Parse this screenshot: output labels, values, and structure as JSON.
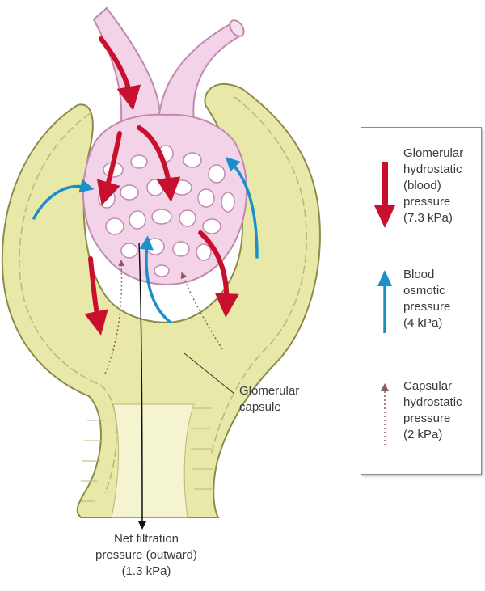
{
  "labels": {
    "capsule": [
      "Glomerular",
      "capsule"
    ],
    "net_filtration": [
      "Net filtration",
      "pressure (outward)",
      "(1.3 kPa)"
    ]
  },
  "legend": {
    "items": [
      {
        "lines": [
          "Glomerular",
          "hydrostatic",
          "(blood)",
          "pressure",
          "(7.3 kPa)"
        ],
        "icon": "red-down-arrow-icon",
        "color": "#c8102e"
      },
      {
        "lines": [
          "Blood",
          "osmotic",
          "pressure",
          "(4 kPa)"
        ],
        "icon": "blue-up-arrow-icon",
        "color": "#1a8fc9"
      },
      {
        "lines": [
          "Capsular",
          "hydrostatic",
          "pressure",
          "(2 kPa)"
        ],
        "icon": "dotted-up-arrow-icon",
        "color": "#8b5a5a"
      }
    ]
  },
  "colors": {
    "capsule_fill": "#e8e8a8",
    "capsule_outline": "#8c8c4a",
    "glomerulus_fill": "#f2d3e8",
    "glomerulus_outline": "#c08ab0"
  }
}
